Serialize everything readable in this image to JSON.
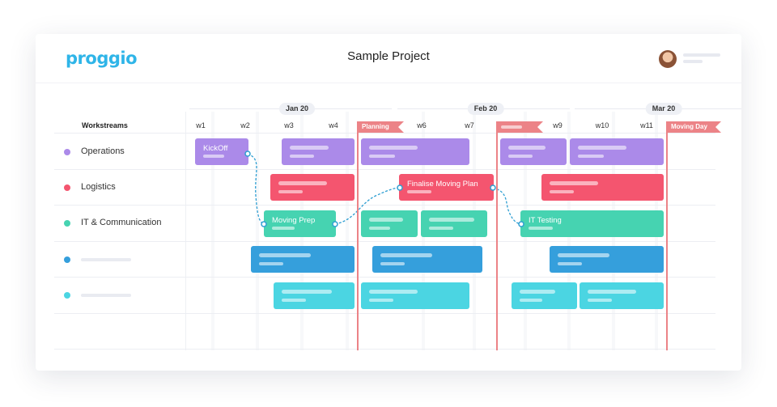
{
  "header": {
    "logo": "proggio",
    "title": "Sample Project"
  },
  "timeline": {
    "months": [
      "Jan 20",
      "Feb 20",
      "Mar 20"
    ],
    "weeks": [
      "w1",
      "w2",
      "w3",
      "w4",
      "w6",
      "w7",
      "w9",
      "w10",
      "w11"
    ],
    "workstreams_header": "Workstreams"
  },
  "workstreams": [
    {
      "name": "Operations",
      "color": "#ab8ae9"
    },
    {
      "name": "Logistics",
      "color": "#f4556f"
    },
    {
      "name": "IT & Communication",
      "color": "#46d3b1"
    },
    {
      "name": "",
      "color": "#359fdc"
    },
    {
      "name": "",
      "color": "#4bd5e2"
    }
  ],
  "tasks": {
    "kickoff": "KickOff",
    "moving_prep": "Moving Prep",
    "finalise_moving_plan": "Finalise Moving Plan",
    "it_testing": "IT Testing"
  },
  "milestones": [
    "Planning",
    "",
    "Moving Day"
  ],
  "colors": {
    "purple": "#ab8ae9",
    "red": "#f4556f",
    "green": "#46d3b1",
    "blue": "#359fdc",
    "cyan": "#4bd5e2",
    "milestone": "#ec8387",
    "accent": "#2fb5e8"
  }
}
